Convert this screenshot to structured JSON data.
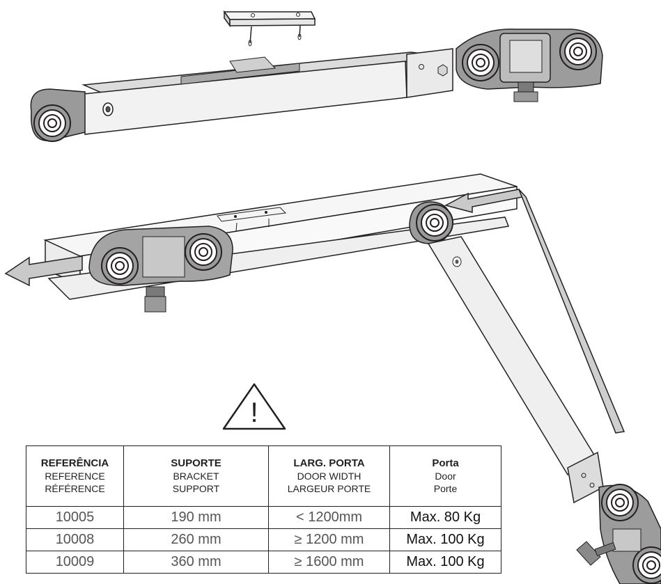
{
  "table": {
    "columns": [
      {
        "h1": "REFERÊNCIA",
        "h2": "REFERENCE",
        "h3": "RÉFÉRENCE"
      },
      {
        "h1": "SUPORTE",
        "h2": "BRACKET",
        "h3": "SUPPORT"
      },
      {
        "h1": "LARG. PORTA",
        "h2": "DOOR WIDTH",
        "h3": "LARGEUR PORTE"
      },
      {
        "h1": "Porta",
        "h2": "Door",
        "h3": "Porte"
      }
    ],
    "rows": [
      [
        "10005",
        "190 mm",
        "< 1200mm",
        "Max. 80 Kg"
      ],
      [
        "10008",
        "260 mm",
        "≥ 1200 mm",
        "Max. 100 Kg"
      ],
      [
        "10009",
        "360 mm",
        "≥ 1600 mm",
        "Max. 100 Kg"
      ]
    ]
  },
  "warning": {
    "symbol": "!",
    "icon": "warning-triangle-icon"
  },
  "colors": {
    "line": "#231f20",
    "metal_light": "#eeeeee",
    "metal_mid": "#bdbdbd",
    "metal_dark": "#7a7a7a"
  }
}
